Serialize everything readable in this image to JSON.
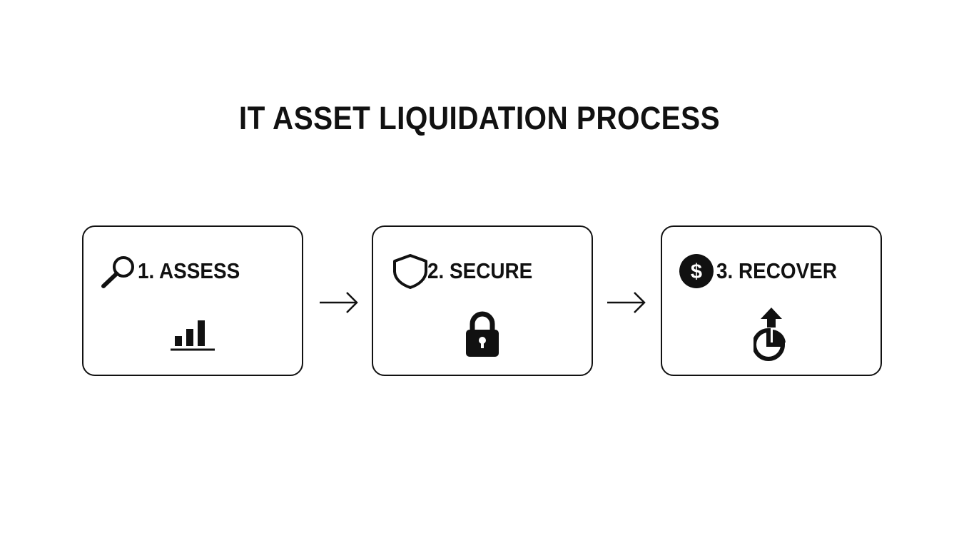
{
  "title": "IT ASSET LIQUIDATION PROCESS",
  "steps": [
    {
      "label": "1. ASSESS",
      "header_icon": "magnifying-glass-icon",
      "graphic_icon": "bar-chart-icon"
    },
    {
      "label": "2. SECURE",
      "header_icon": "shield-icon",
      "graphic_icon": "padlock-icon"
    },
    {
      "label": "3. RECOVER",
      "header_icon": "dollar-coin-icon",
      "graphic_icon": "pie-chart-up-arrow-icon"
    }
  ],
  "connector_icon": "right-arrow-icon",
  "colors": {
    "ink": "#111111",
    "background": "#ffffff"
  }
}
